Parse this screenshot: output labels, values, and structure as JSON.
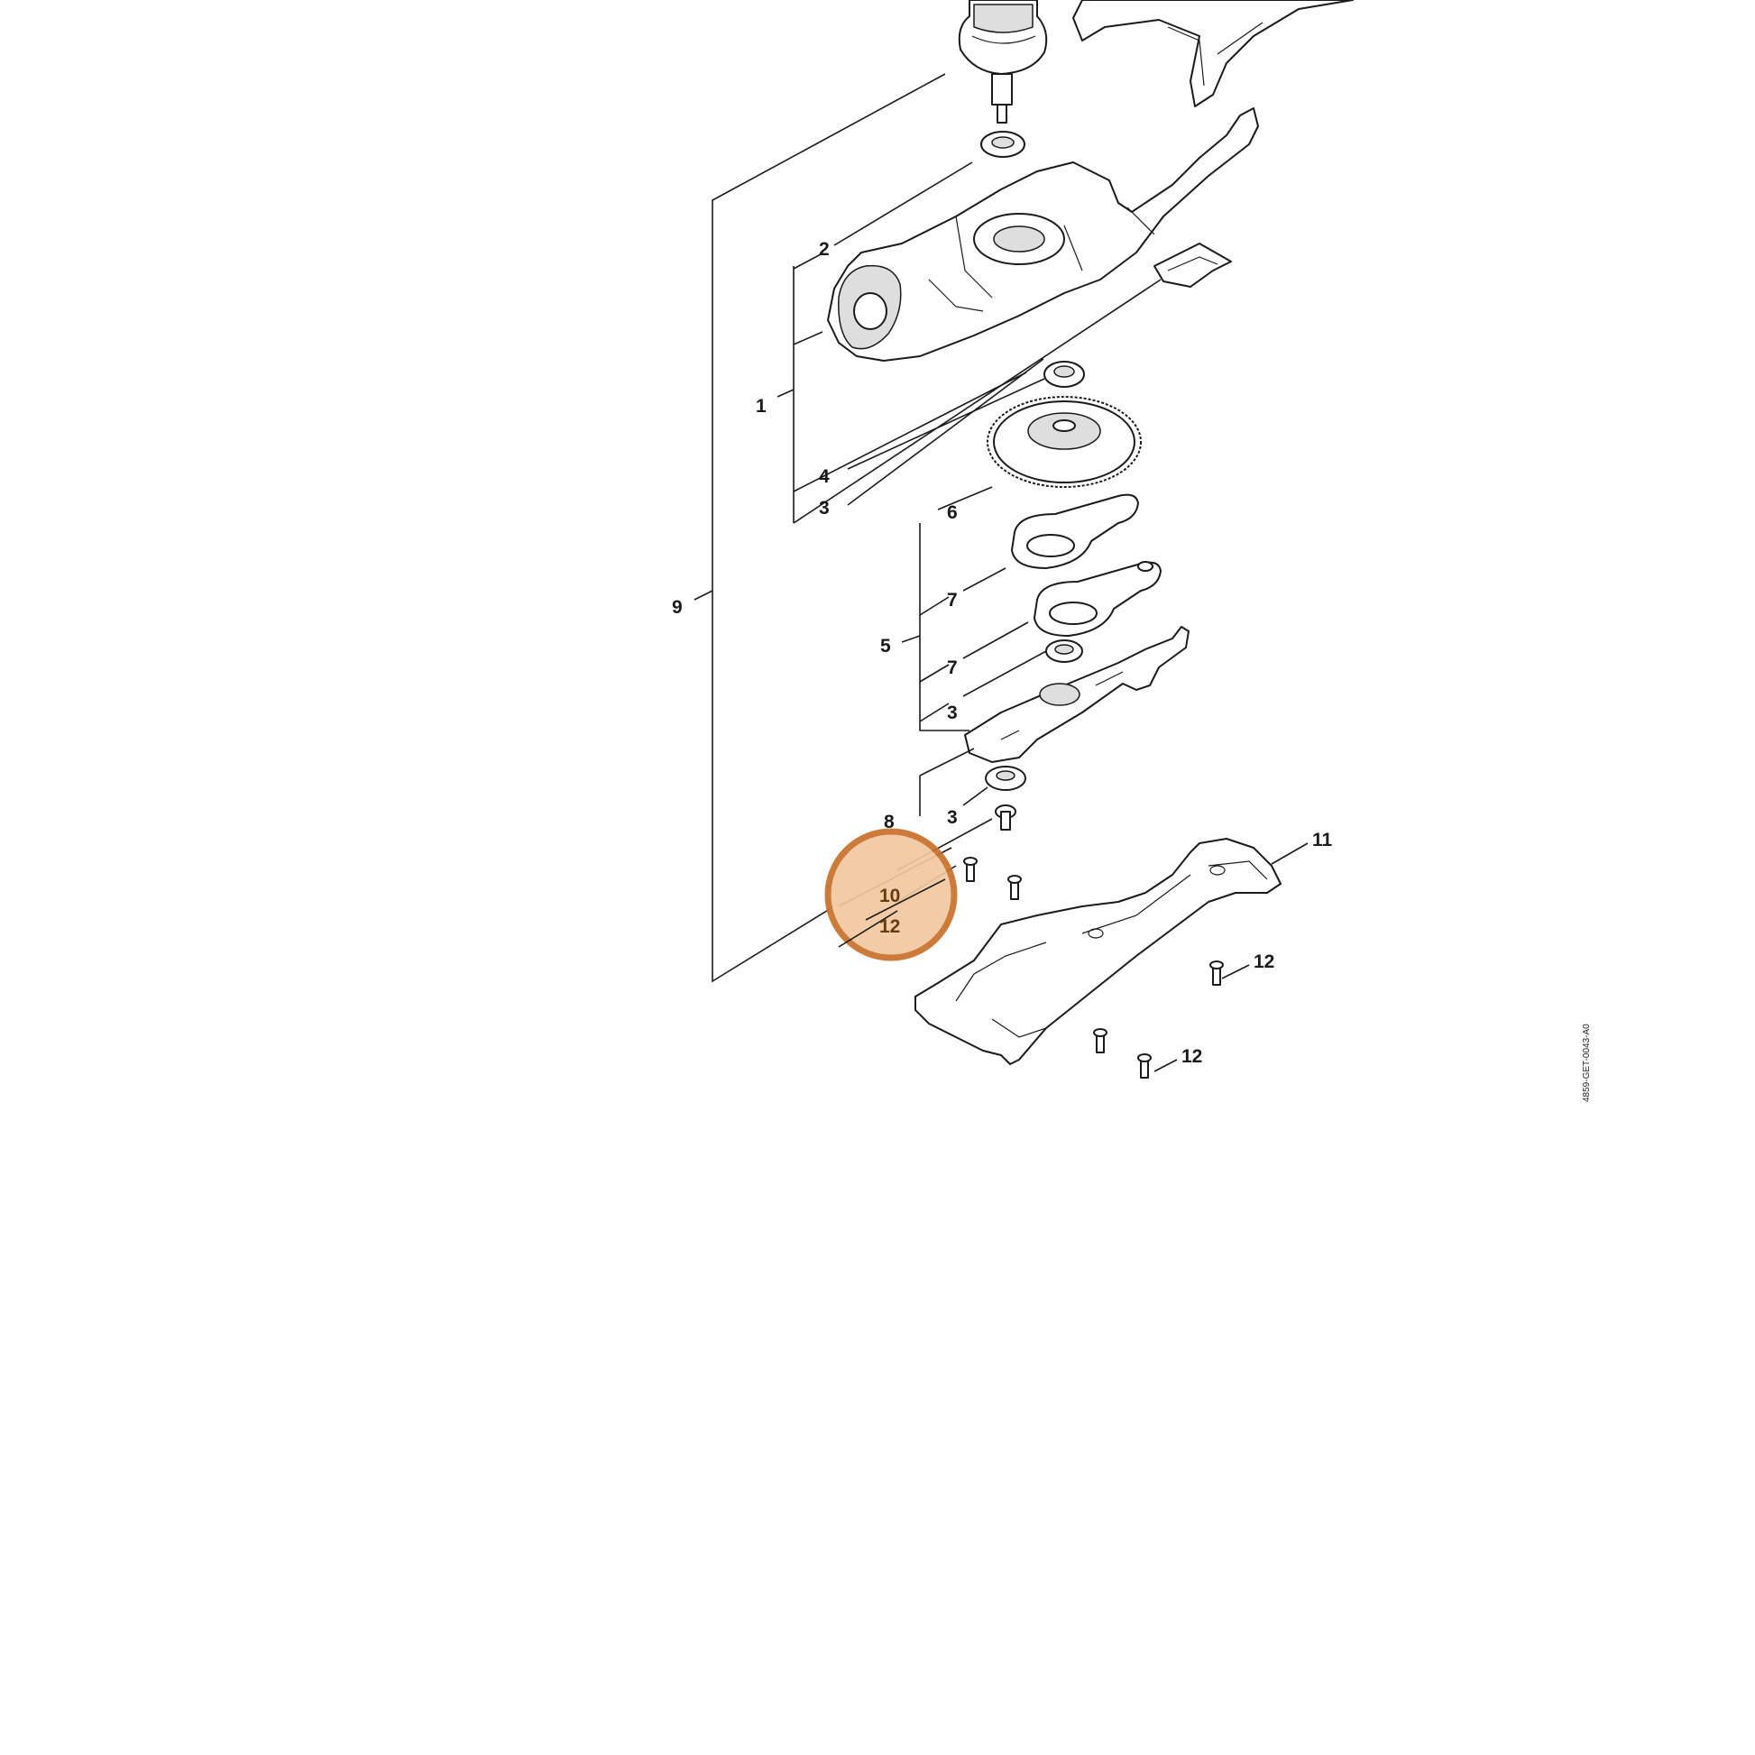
{
  "diagram": {
    "document_id": "4859-GET-0043-A0",
    "labels": [
      {
        "id": "label-1",
        "text": "1"
      },
      {
        "id": "label-2",
        "text": "2"
      },
      {
        "id": "label-3a",
        "text": "3"
      },
      {
        "id": "label-4",
        "text": "4"
      },
      {
        "id": "label-5",
        "text": "5"
      },
      {
        "id": "label-6",
        "text": "6"
      },
      {
        "id": "label-7a",
        "text": "7"
      },
      {
        "id": "label-7b",
        "text": "7"
      },
      {
        "id": "label-3b",
        "text": "3"
      },
      {
        "id": "label-8",
        "text": "8"
      },
      {
        "id": "label-3c",
        "text": "3"
      },
      {
        "id": "label-9",
        "text": "9"
      },
      {
        "id": "label-11",
        "text": "11"
      },
      {
        "id": "label-12a",
        "text": "12"
      },
      {
        "id": "label-12b",
        "text": "12"
      }
    ],
    "highlight": {
      "color_fill": "#f0c8a0",
      "color_ring": "#c8702a",
      "labels": [
        {
          "id": "hl-10",
          "text": "10"
        },
        {
          "id": "hl-12",
          "text": "12"
        }
      ]
    }
  }
}
